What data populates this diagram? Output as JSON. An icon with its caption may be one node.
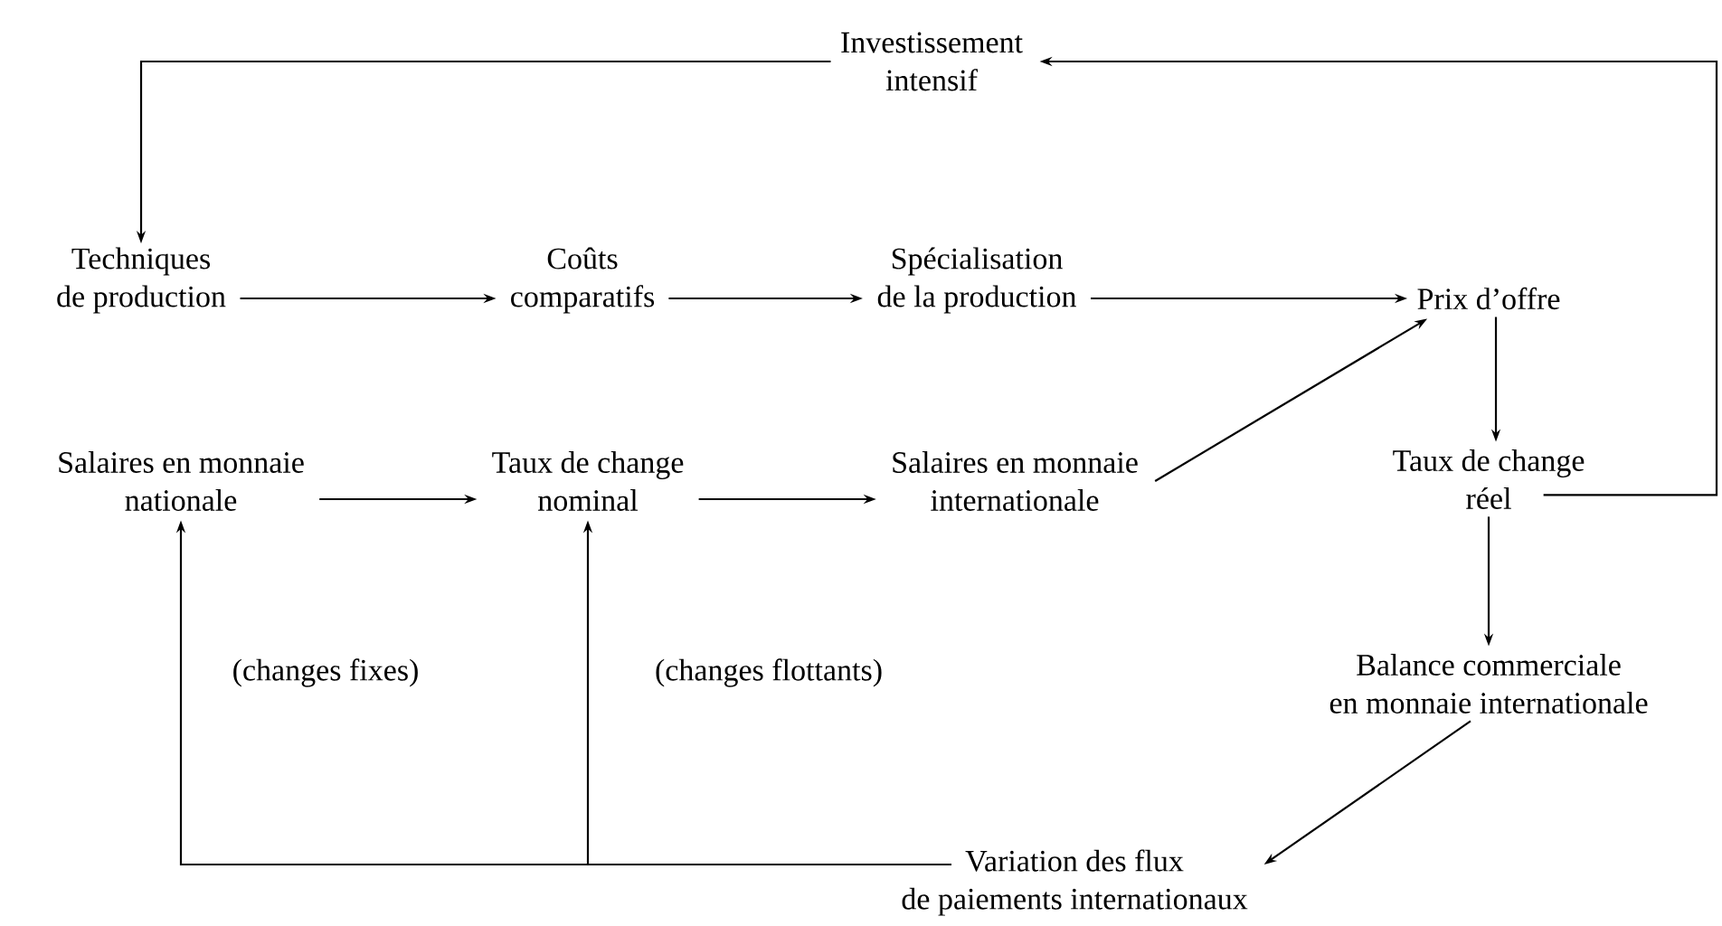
{
  "diagram": {
    "nodes": [
      {
        "text": [
          "Investissement intensif"
        ]
      },
      {
        "text": [
          "Techniques de production"
        ]
      },
      {
        "text": [
          "Coûts comparatifs"
        ]
      },
      {
        "text": [
          "Spécialisation de la production"
        ]
      },
      {
        "text": [
          "Prix d’offre"
        ]
      },
      {
        "text": [
          "Salaires en monnaie nationale"
        ]
      },
      {
        "text": [
          "Taux de change nominal"
        ]
      },
      {
        "text": [
          "Salaires en monnaie internationale"
        ]
      },
      {
        "text": [
          "Taux de change réel"
        ]
      },
      {
        "text": [
          "Balance commerciale en monnaie internationale"
        ]
      },
      {
        "text": [
          "Variation des flux de paiements internationaux"
        ]
      }
    ],
    "edges": [
      {
        "from": 0,
        "to": 1,
        "arrow": "to"
      },
      {
        "from": 8,
        "to": 0,
        "arrow": "to"
      },
      {
        "from": 1,
        "to": 2,
        "arrow": "to"
      },
      {
        "from": 2,
        "to": 3,
        "arrow": "to"
      },
      {
        "from": 3,
        "to": 4,
        "arrow": "to"
      },
      {
        "from": 5,
        "to": 6,
        "arrow": "to"
      },
      {
        "from": 6,
        "to": 7,
        "arrow": "to"
      },
      {
        "from": 7,
        "to": 4,
        "arrow": "to"
      },
      {
        "from": 4,
        "to": 8,
        "arrow": "to"
      },
      {
        "from": 8,
        "to": 9,
        "arrow": "to"
      },
      {
        "from": 9,
        "to": 10,
        "arrow": "to"
      },
      {
        "from": 10,
        "to": 5,
        "arrow": "to",
        "label": "(changes fixes)"
      },
      {
        "from": 10,
        "to": 6,
        "arrow": "to",
        "label": "(changes flottants)"
      }
    ]
  }
}
